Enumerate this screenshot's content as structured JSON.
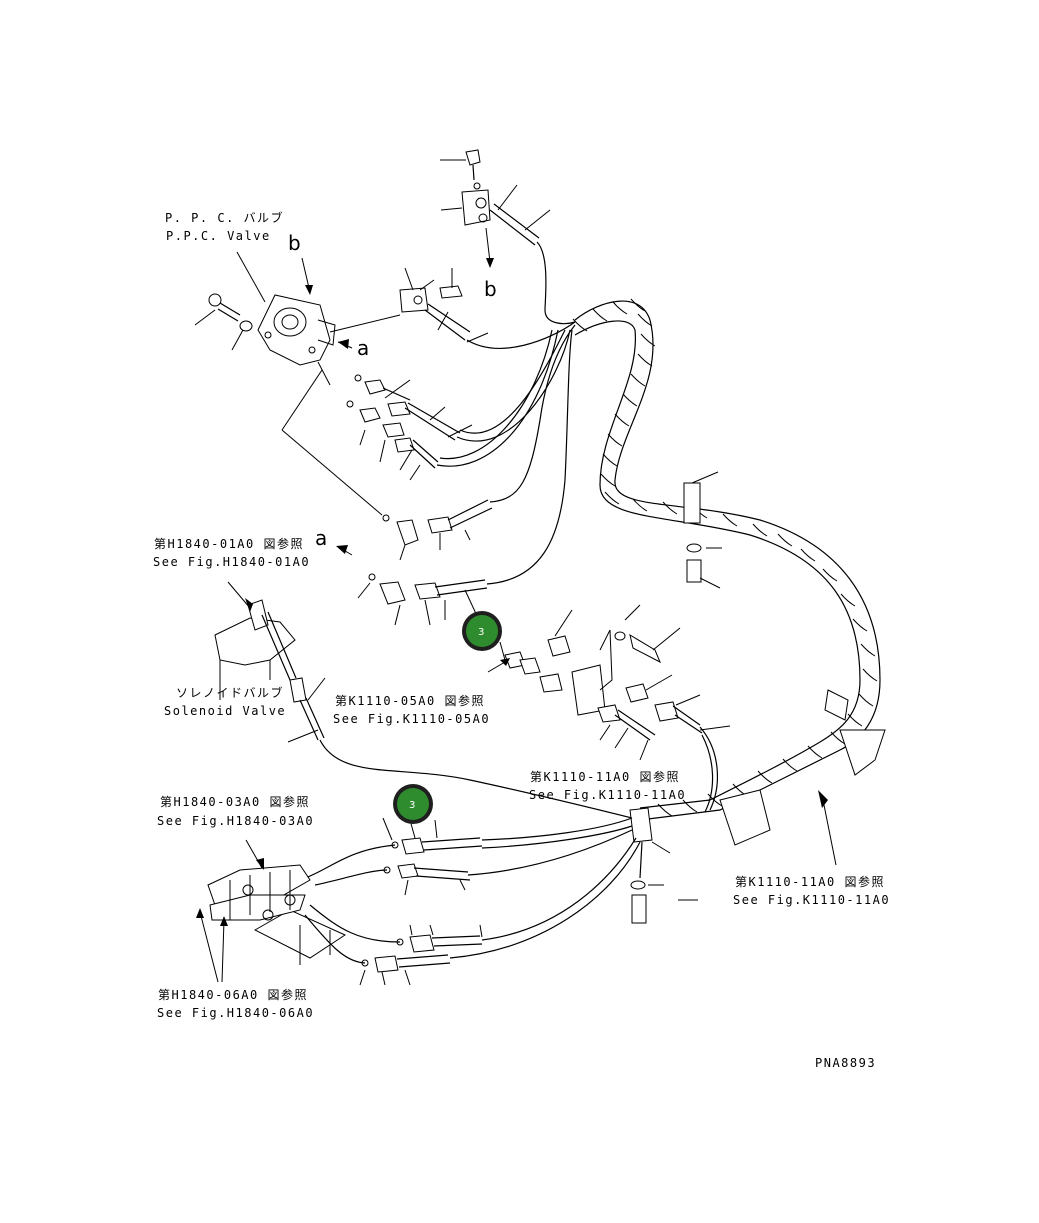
{
  "labels": {
    "ppc_jp": "P. P. C. バルブ",
    "ppc_en": "P.P.C. Valve",
    "b1": "b",
    "b2": "b",
    "a1": "a",
    "a2": "a",
    "h1840_01_jp": "第H1840-01A0 図参照",
    "h1840_01_en": "See Fig.H1840-01A0",
    "solenoid_jp": "ソレノイドバルブ",
    "solenoid_en": "Solenoid Valve",
    "k1110_05_jp": "第K1110-05A0 図参照",
    "k1110_05_en": "See Fig.K1110-05A0",
    "k1110_11a_jp": "第K1110-11A0 図参照",
    "k1110_11a_en": "See Fig.K1110-11A0",
    "h1840_03_jp": "第H1840-03A0 図参照",
    "h1840_03_en": "See Fig.H1840-03A0",
    "k1110_11b_jp": "第K1110-11A0 図参照",
    "k1110_11b_en": "See Fig.K1110-11A0",
    "h1840_06_jp": "第H1840-06A0 図参照",
    "h1840_06_en": "See Fig.H1840-06A0",
    "drawing_no": "PNA8893"
  },
  "markers": [
    {
      "number": "3",
      "color": "#2e8b2e"
    },
    {
      "number": "3",
      "color": "#2e8b2e"
    }
  ]
}
